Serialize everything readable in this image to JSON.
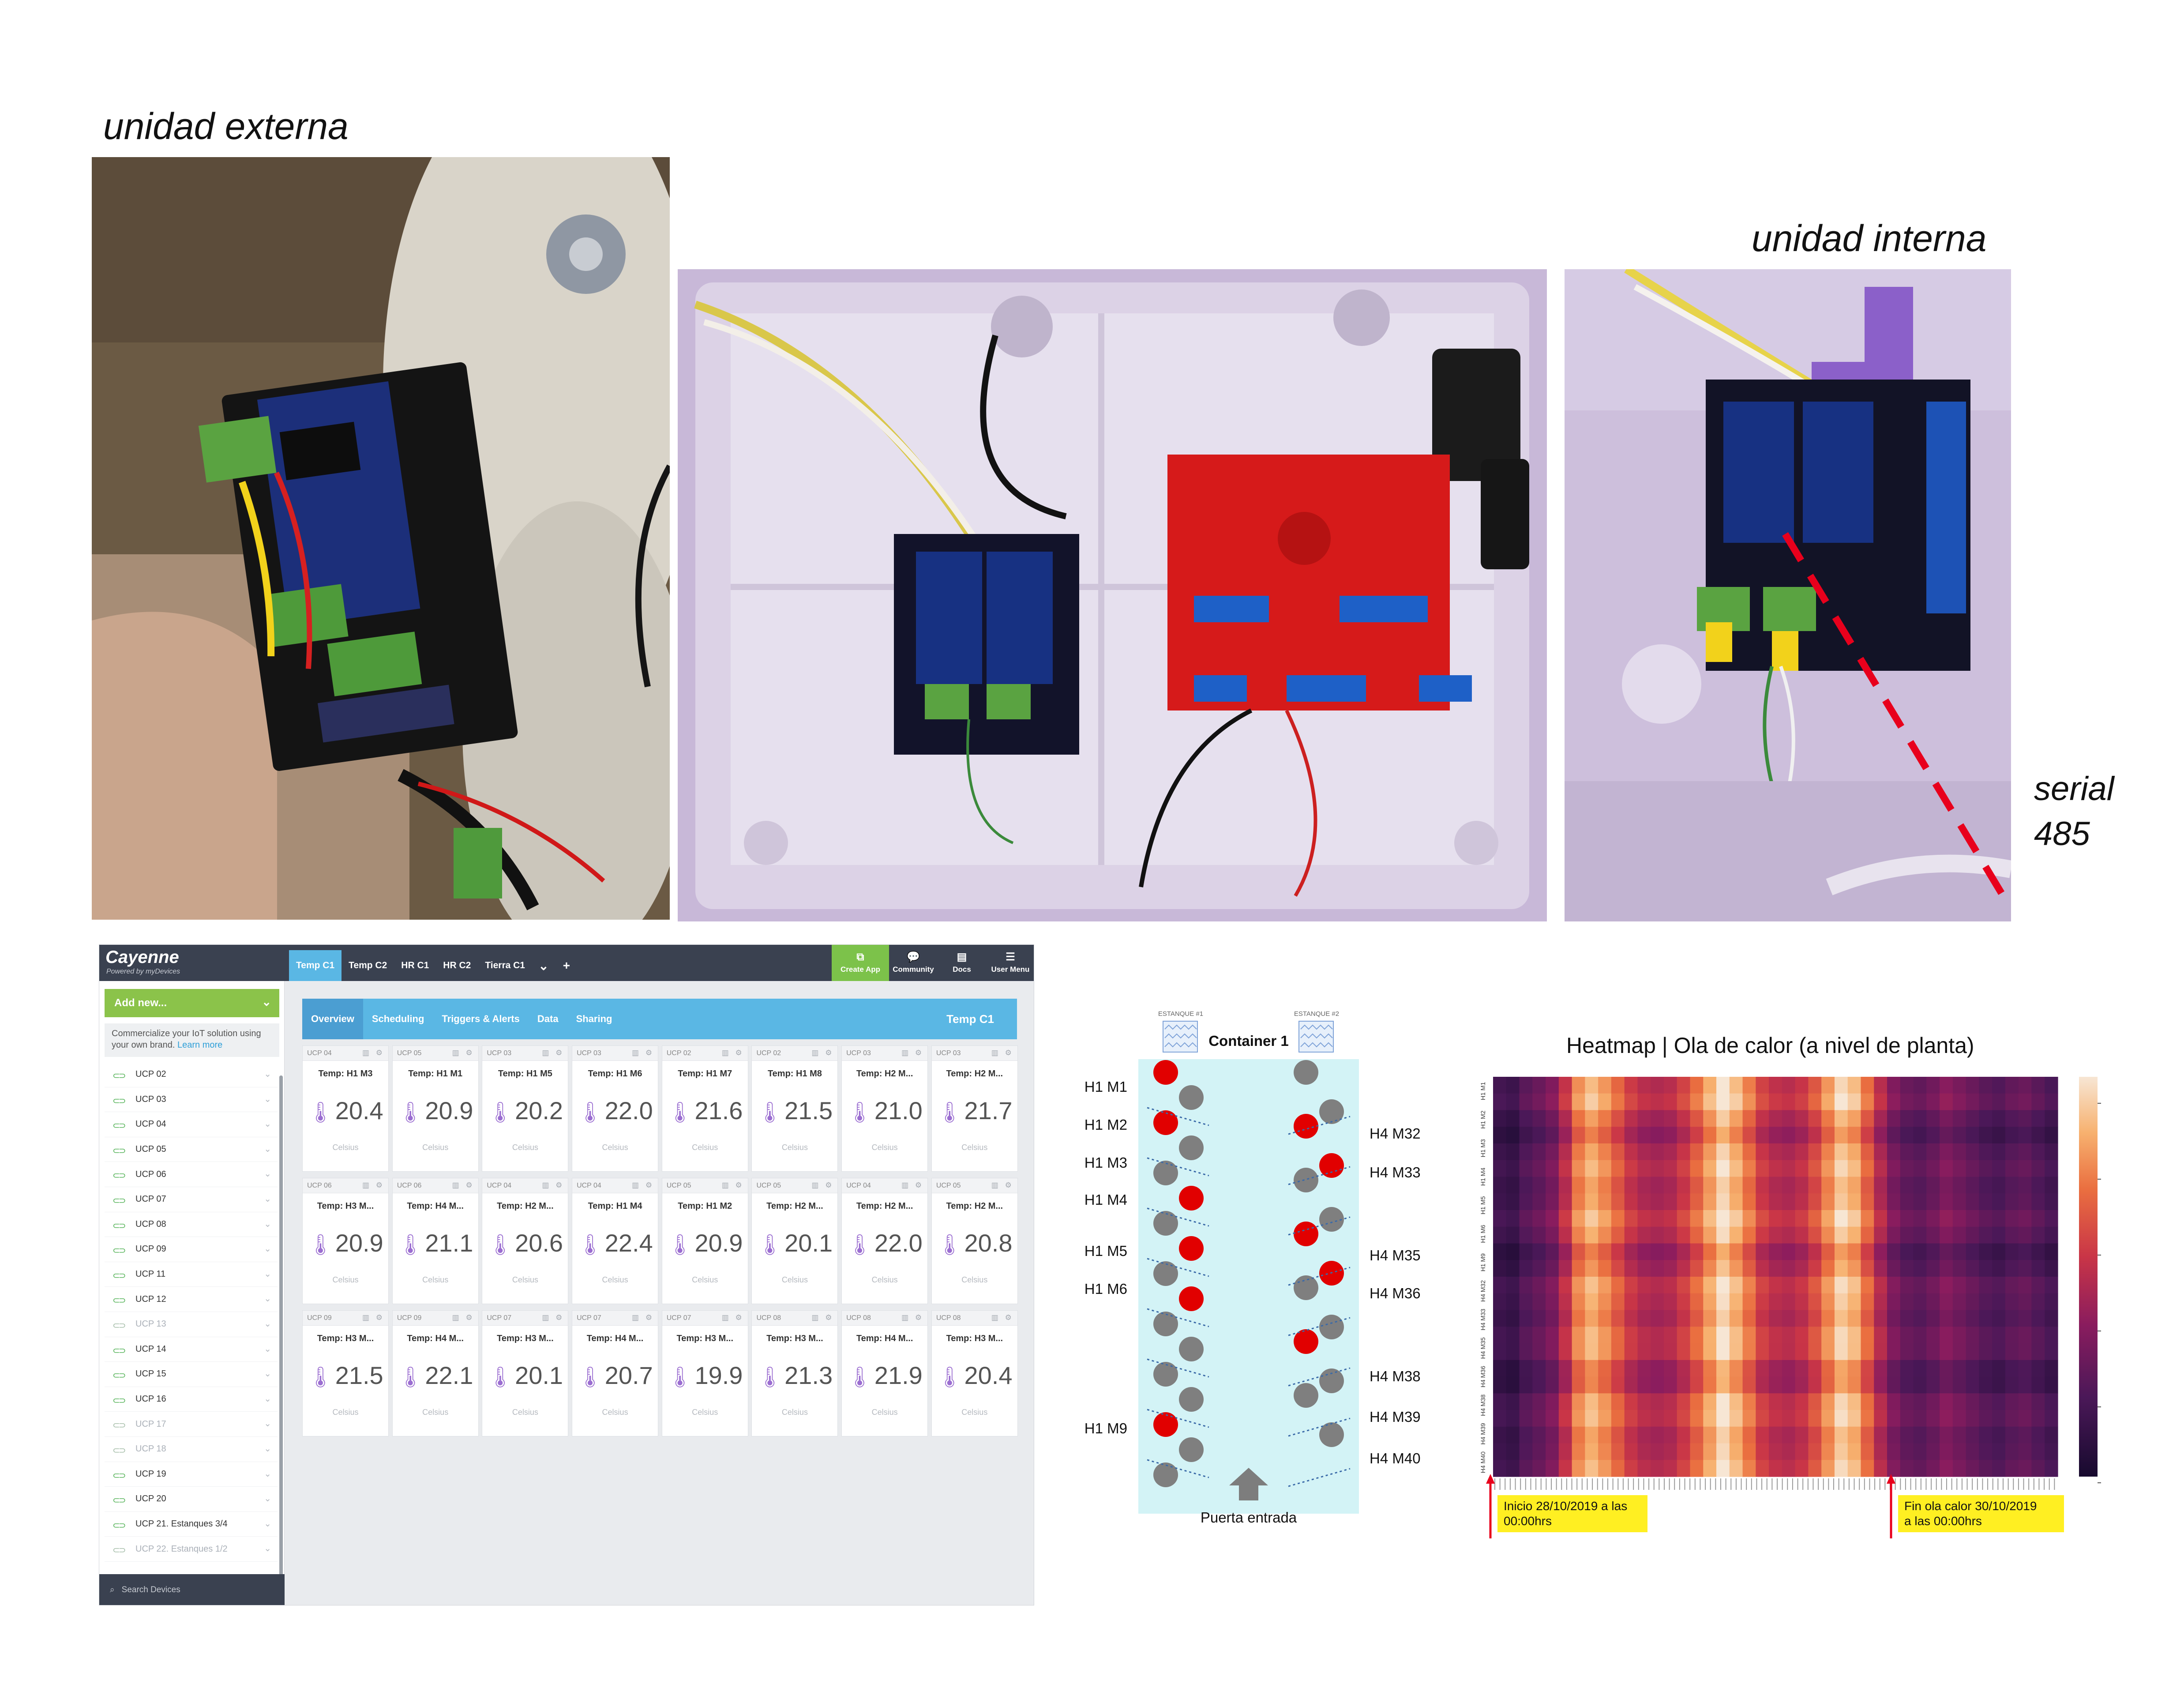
{
  "captions": {
    "external": "unidad externa",
    "internal": "unidad interna",
    "serial_line1": "serial",
    "serial_line2": "485"
  },
  "cayenne": {
    "logo": "Cayenne",
    "logo_sub": "Powered by myDevices",
    "tabs": [
      "Temp C1",
      "Temp C2",
      "HR C1",
      "HR C2",
      "Tierra C1"
    ],
    "tab_more": "⌄",
    "tab_add": "+",
    "right_buttons": [
      {
        "label": "Create App",
        "icon": "⧉"
      },
      {
        "label": "Community",
        "icon": "💬"
      },
      {
        "label": "Docs",
        "icon": "▤"
      },
      {
        "label": "User Menu",
        "icon": "☰"
      }
    ],
    "add_new": "Add new...",
    "add_new_chevron": "⌄",
    "promo_text": "Commercialize your IoT solution using your own brand.",
    "promo_link": "Learn more",
    "devices": [
      {
        "name": "UCP 02",
        "dim": false
      },
      {
        "name": "UCP 03",
        "dim": false
      },
      {
        "name": "UCP 04",
        "dim": false
      },
      {
        "name": "UCP 05",
        "dim": false
      },
      {
        "name": "UCP 06",
        "dim": false
      },
      {
        "name": "UCP 07",
        "dim": false
      },
      {
        "name": "UCP 08",
        "dim": false
      },
      {
        "name": "UCP 09",
        "dim": false
      },
      {
        "name": "UCP 11",
        "dim": false
      },
      {
        "name": "UCP 12",
        "dim": false
      },
      {
        "name": "UCP 13",
        "dim": true
      },
      {
        "name": "UCP 14",
        "dim": false
      },
      {
        "name": "UCP 15",
        "dim": false
      },
      {
        "name": "UCP 16",
        "dim": false
      },
      {
        "name": "UCP 17",
        "dim": true
      },
      {
        "name": "UCP 18",
        "dim": true
      },
      {
        "name": "UCP 19",
        "dim": false
      },
      {
        "name": "UCP 20",
        "dim": false
      },
      {
        "name": "UCP 21. Estanques 3/4",
        "dim": false
      },
      {
        "name": "UCP 22. Estanques 1/2",
        "dim": true
      }
    ],
    "search_placeholder": "Search Devices",
    "subtabs": [
      "Overview",
      "Scheduling",
      "Triggers & Alerts",
      "Data",
      "Sharing"
    ],
    "page_title": "Temp C1",
    "card_icons": "▥ ⚙",
    "widgets": [
      {
        "device": "UCP 04",
        "name": "Temp: H1 M3",
        "value": "20.4",
        "unit": "Celsius"
      },
      {
        "device": "UCP 05",
        "name": "Temp: H1 M1",
        "value": "20.9",
        "unit": "Celsius"
      },
      {
        "device": "UCP 03",
        "name": "Temp: H1 M5",
        "value": "20.2",
        "unit": "Celsius"
      },
      {
        "device": "UCP 03",
        "name": "Temp: H1 M6",
        "value": "22.0",
        "unit": "Celsius"
      },
      {
        "device": "UCP 02",
        "name": "Temp: H1 M7",
        "value": "21.6",
        "unit": "Celsius"
      },
      {
        "device": "UCP 02",
        "name": "Temp: H1 M8",
        "value": "21.5",
        "unit": "Celsius"
      },
      {
        "device": "UCP 03",
        "name": "Temp: H2 M...",
        "value": "21.0",
        "unit": "Celsius"
      },
      {
        "device": "UCP 03",
        "name": "Temp: H2 M...",
        "value": "21.7",
        "unit": "Celsius"
      },
      {
        "device": "UCP 06",
        "name": "Temp: H3 M...",
        "value": "20.9",
        "unit": "Celsius"
      },
      {
        "device": "UCP 06",
        "name": "Temp: H4 M...",
        "value": "21.1",
        "unit": "Celsius"
      },
      {
        "device": "UCP 04",
        "name": "Temp: H2 M...",
        "value": "20.6",
        "unit": "Celsius"
      },
      {
        "device": "UCP 04",
        "name": "Temp: H1 M4",
        "value": "22.4",
        "unit": "Celsius"
      },
      {
        "device": "UCP 05",
        "name": "Temp: H1 M2",
        "value": "20.9",
        "unit": "Celsius"
      },
      {
        "device": "UCP 05",
        "name": "Temp: H2 M...",
        "value": "20.1",
        "unit": "Celsius"
      },
      {
        "device": "UCP 04",
        "name": "Temp: H2 M...",
        "value": "22.0",
        "unit": "Celsius"
      },
      {
        "device": "UCP 05",
        "name": "Temp: H2 M...",
        "value": "20.8",
        "unit": "Celsius"
      },
      {
        "device": "UCP 09",
        "name": "Temp: H3 M...",
        "value": "21.5",
        "unit": "Celsius"
      },
      {
        "device": "UCP 09",
        "name": "Temp: H4 M...",
        "value": "22.1",
        "unit": "Celsius"
      },
      {
        "device": "UCP 07",
        "name": "Temp: H3 M...",
        "value": "20.1",
        "unit": "Celsius"
      },
      {
        "device": "UCP 07",
        "name": "Temp: H4 M...",
        "value": "20.7",
        "unit": "Celsius"
      },
      {
        "device": "UCP 07",
        "name": "Temp: H3 M...",
        "value": "19.9",
        "unit": "Celsius"
      },
      {
        "device": "UCP 08",
        "name": "Temp: H3 M...",
        "value": "21.3",
        "unit": "Celsius"
      },
      {
        "device": "UCP 08",
        "name": "Temp: H4 M...",
        "value": "21.9",
        "unit": "Celsius"
      },
      {
        "device": "UCP 08",
        "name": "Temp: H3 M...",
        "value": "20.4",
        "unit": "Celsius"
      }
    ]
  },
  "container": {
    "title": "Container 1",
    "tank1": "ESTANQUE #1",
    "tank2": "ESTANQUE #2",
    "door": "Puerta entrada",
    "left_labels": [
      "H1 M1",
      "H1 M2",
      "H1 M3",
      "H1 M4",
      "H1 M5",
      "H1 M6",
      "H1 M9"
    ],
    "right_labels": [
      "H4 M32",
      "H4 M33",
      "H4 M35",
      "H4 M36",
      "H4 M38",
      "H4 M39",
      "H4 M40"
    ],
    "left_column_red": [
      true,
      false,
      true,
      false,
      false,
      true,
      false,
      true,
      false,
      true,
      false,
      false,
      false,
      false,
      true,
      false,
      false
    ],
    "right_column_red": [
      false,
      false,
      true,
      true,
      false,
      false,
      true,
      true,
      false,
      false,
      true,
      false,
      false,
      false
    ]
  },
  "heatmap": {
    "title": "Heatmap |  Ola de calor (a nivel de planta)",
    "note_start": [
      "Inicio 28/10/2019 a las",
      "00:00hrs"
    ],
    "note_end": [
      "Fin ola calor 30/10/2019",
      "a las 00:00hrs"
    ],
    "arrow_color": "#e8001c",
    "row_labels": [
      "H1 M1",
      "H1 M2",
      "H1 M3",
      "H1 M4",
      "H1 M5",
      "H1 M6",
      "H1 M9",
      "H4 M32",
      "H4 M33",
      "H4 M35",
      "H4 M36",
      "H4 M38",
      "H4 M39",
      "H4 M40"
    ]
  },
  "chart_data": {
    "type": "heatmap",
    "title": "Heatmap |  Ola de calor (a nivel de planta)",
    "rows": [
      "H1 M1",
      "H1 M2",
      "H1 M3",
      "H1 M4",
      "H1 M5",
      "H1 M6",
      "H1 M9",
      "H4 M32",
      "H4 M33",
      "H4 M35",
      "H4 M36",
      "H4 M38",
      "H4 M39",
      "H4 M40"
    ],
    "x_range": [
      "28/10/2019 00:00hrs",
      "30/10/2019 00:00hrs"
    ],
    "column_intensity_profile": [
      0.12,
      0.1,
      0.18,
      0.22,
      0.28,
      0.45,
      0.7,
      0.82,
      0.72,
      0.6,
      0.48,
      0.42,
      0.4,
      0.42,
      0.5,
      0.62,
      0.78,
      0.95,
      0.82,
      0.66,
      0.5,
      0.44,
      0.42,
      0.46,
      0.56,
      0.72,
      0.9,
      0.82,
      0.62,
      0.42,
      0.28,
      0.22,
      0.2,
      0.24,
      0.3,
      0.26,
      0.22,
      0.18,
      0.16,
      0.2,
      0.22,
      0.18,
      0.14
    ],
    "colormap": [
      "#170a2e",
      "#4b1858",
      "#8a1c5e",
      "#c93547",
      "#ea6f40",
      "#f7b16f",
      "#f7e6d4"
    ]
  }
}
